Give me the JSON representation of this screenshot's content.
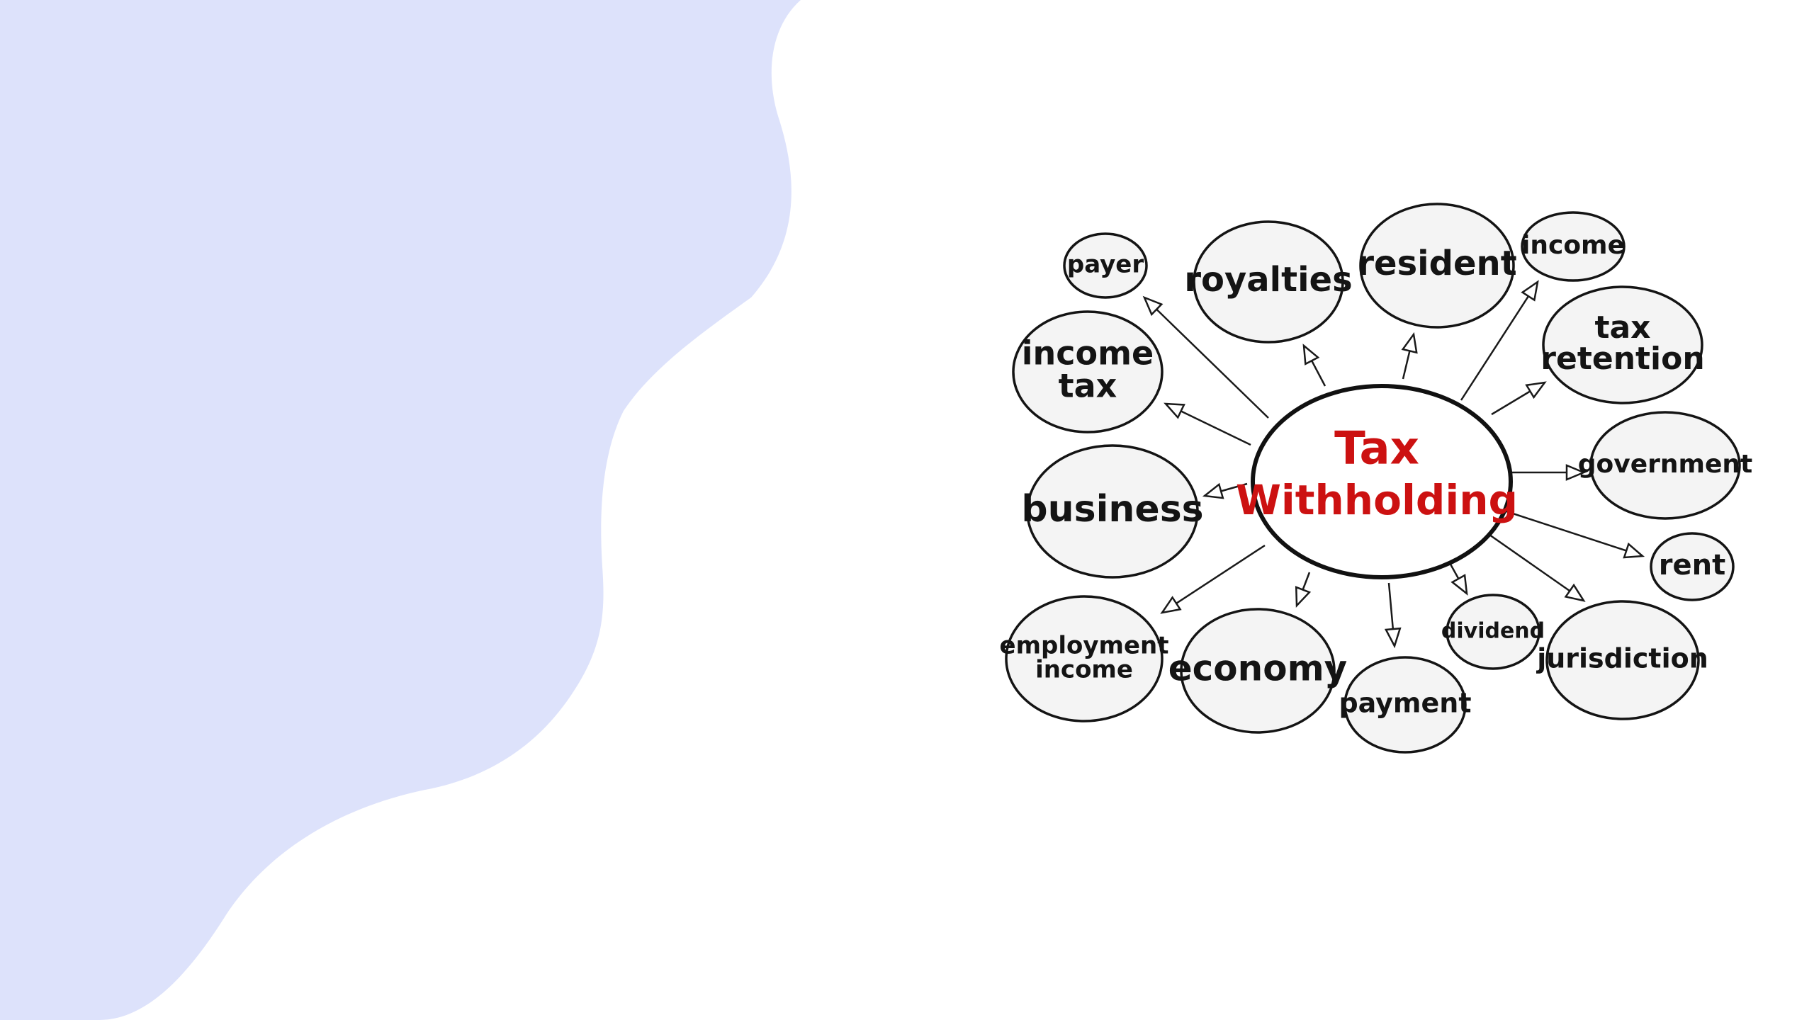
{
  "background": {
    "page_color": "#ffffff",
    "blob_color": "#dde2fb"
  },
  "center": {
    "lines": [
      "Tax",
      "Withholding"
    ],
    "color": "#cc1111"
  },
  "nodes": [
    {
      "id": "payer",
      "lines": [
        "payer"
      ]
    },
    {
      "id": "royalties",
      "lines": [
        "royalties"
      ]
    },
    {
      "id": "resident",
      "lines": [
        "resident"
      ]
    },
    {
      "id": "income",
      "lines": [
        "income"
      ]
    },
    {
      "id": "tax-retention",
      "lines": [
        "tax",
        "retention"
      ]
    },
    {
      "id": "income-tax",
      "lines": [
        "income",
        "tax"
      ]
    },
    {
      "id": "government",
      "lines": [
        "government"
      ]
    },
    {
      "id": "business",
      "lines": [
        "business"
      ]
    },
    {
      "id": "rent",
      "lines": [
        "rent"
      ]
    },
    {
      "id": "dividend",
      "lines": [
        "dividend"
      ]
    },
    {
      "id": "jurisdiction",
      "lines": [
        "jurisdiction"
      ]
    },
    {
      "id": "employment-income",
      "lines": [
        "employment",
        "income"
      ]
    },
    {
      "id": "economy",
      "lines": [
        "economy"
      ]
    },
    {
      "id": "payment",
      "lines": [
        "payment"
      ]
    }
  ]
}
